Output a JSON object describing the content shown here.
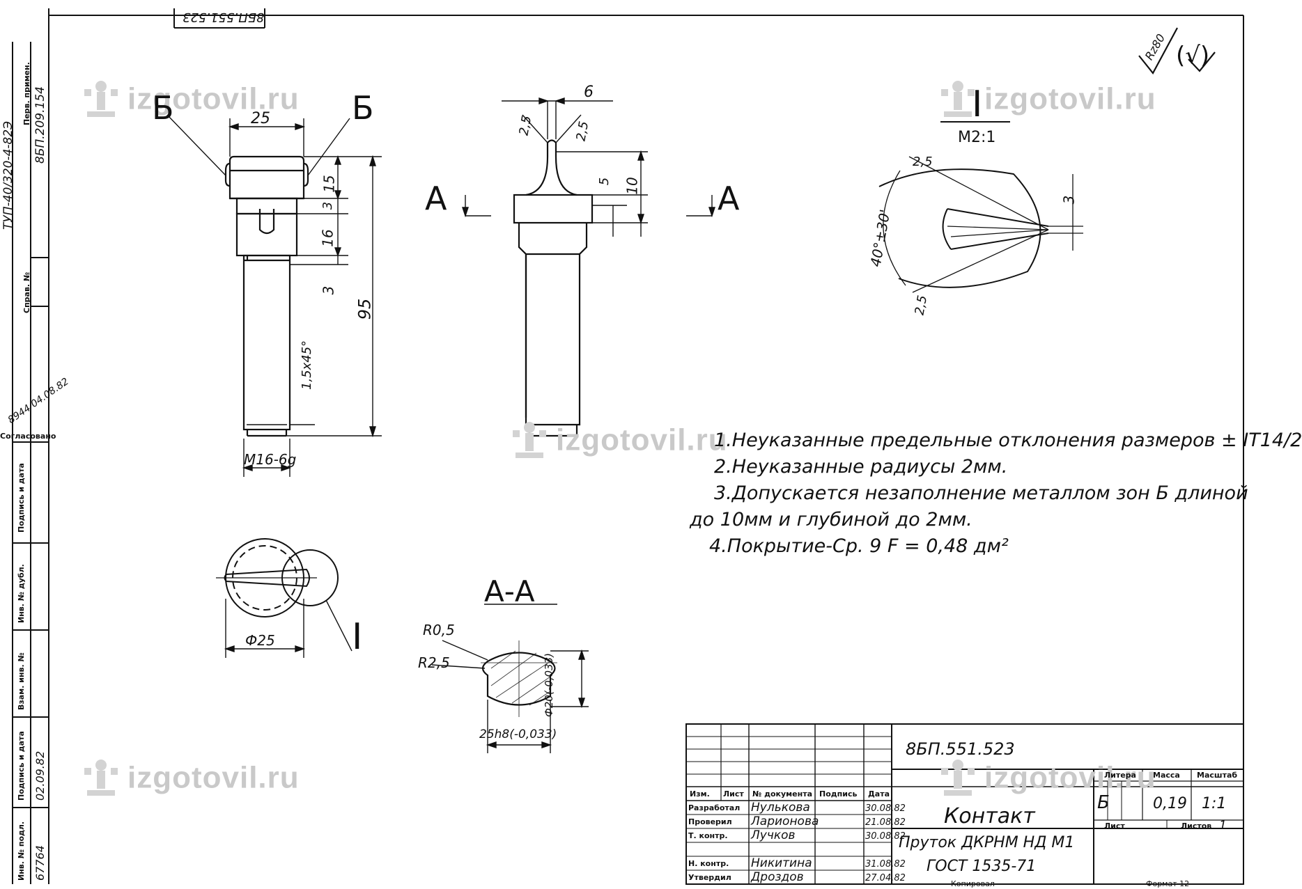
{
  "drawing": {
    "number_top": "8БП.551.523",
    "side_number": "ТУП-40/320-4-82Э",
    "first_use_label": "Перв. примен.",
    "first_use_value": "8БП.209.154",
    "reference_label": "Справ. №",
    "agreed_label": "Согласовано",
    "agreed_value": "8944 04.08.82",
    "sign_date_label": "Подпись и дата",
    "inv_dup_label": "Инв. № дубл.",
    "inv_replace_label": "Взам. инв. №",
    "sign_date_label_2": "Подпись и дата",
    "sign_date_value_2": "02.09.82",
    "inv_orig_label": "Инв. № подл.",
    "inv_orig_value": "67764"
  },
  "roughness": {
    "value": "Rz80",
    "suffix": "(√)"
  },
  "views": {
    "section_mark_b": "Б",
    "section_mark_a": "А",
    "detail_mark": "I",
    "detail_scale": "М2:1",
    "section_title": "А-А"
  },
  "dims": {
    "d25_top": "25",
    "d15": "15",
    "d3a": "3",
    "d16": "16",
    "d3b": "3",
    "d95": "95",
    "chamfer": "1,5х45°",
    "thread": "М16-6g",
    "d6": "6",
    "d25a": "2,5",
    "d25b": "2,5",
    "d5": "5",
    "d10": "10",
    "detail_25a": "2,5",
    "detail_25b": "2,5",
    "detail_angle": "40°±30'",
    "detail_3": "3",
    "phi25": "Ф25",
    "r05": "R0,5",
    "r25": "R2,5",
    "phi20": "Ф20(-0,033)",
    "w25h8": "25h8(-0,033)"
  },
  "notes": [
    "1.Неуказанные предельные отклонения размеров ± IT14/2",
    "2.Неуказанные радиусы 2мм.",
    "3.Допускается незаполнение металлом зон Б длиной",
    "до 10мм и глубиной до 2мм.",
    "4.Покрытие-Ср. 9        F = 0,48 дм²"
  ],
  "title_block": {
    "doc_number": "8БП.551.523",
    "name": "Контакт",
    "material_1": "Пруток ДКРНМ    НД М1",
    "material_2": "ГОСТ 1535-71",
    "hdr_izm": "Изм.",
    "hdr_list": "Лист",
    "hdr_doc": "№ документа",
    "hdr_sign": "Подпись",
    "hdr_date": "Дата",
    "hdr_litera": "Литера",
    "hdr_mass": "Масса",
    "hdr_scale": "Масштаб",
    "litera": "Б",
    "mass": "0,19",
    "scale": "1:1",
    "sheet_label": "Лист",
    "sheets_label": "Листов",
    "sheets_value": "1",
    "rows": [
      {
        "role": "Разработал",
        "name": "Нулькова",
        "date": "30.08.82"
      },
      {
        "role": "Проверил",
        "name": "Ларионова",
        "date": "21.08.82"
      },
      {
        "role": "Т. контр.",
        "name": "Лучков",
        "date": "30.08.82"
      },
      {
        "role": "",
        "name": "",
        "date": ""
      },
      {
        "role": "Н. контр.",
        "name": "Никитина",
        "date": "31.08.82"
      },
      {
        "role": "Утвердил",
        "name": "Дроздов",
        "date": "27.04.82"
      }
    ],
    "copied": "Копировал",
    "format": "Формат 12"
  },
  "watermark": "izgotovil.ru"
}
